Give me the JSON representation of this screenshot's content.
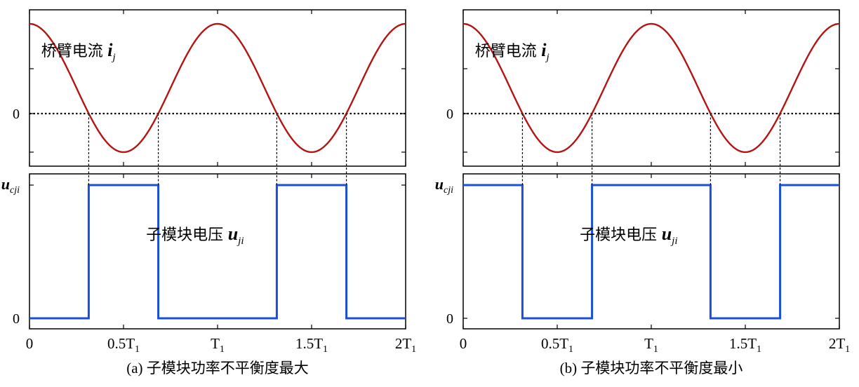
{
  "colors": {
    "current": "#b41414",
    "voltage": "#1a4fd6",
    "axis": "#000000",
    "zero_line": "#000000"
  },
  "chart_data": [
    {
      "type": "line",
      "caption": "(a) 子模块功率不平衡度最大",
      "current_label": "桥臂电流",
      "current_symbol": "i",
      "current_subscript": "j",
      "voltage_label": "子模块电压",
      "voltage_symbol": "u",
      "voltage_subscript": "ji",
      "voltage_high_label": "u",
      "voltage_high_subscript": "cji",
      "y_zero_label_top": "0",
      "y_zero_label_bottom": "0",
      "x_ticks": [
        {
          "value": 0,
          "label": "0",
          "sub": ""
        },
        {
          "value": 0.5,
          "label": "0.5T",
          "sub": "1"
        },
        {
          "value": 1.0,
          "label": "T",
          "sub": "1"
        },
        {
          "value": 1.5,
          "label": "1.5T",
          "sub": "1"
        },
        {
          "value": 2.0,
          "label": "2T",
          "sub": "1"
        }
      ],
      "xlim": [
        0,
        2
      ],
      "current": {
        "waveform": "cos",
        "periods": 2,
        "amplitude": 1,
        "offset": 0.4,
        "ylim": [
          -1,
          1
        ]
      },
      "voltage": {
        "ylim": [
          0,
          1
        ],
        "segments": [
          {
            "x0": 0.0,
            "x1": 0.315,
            "level": 0
          },
          {
            "x0": 0.315,
            "x1": 0.685,
            "level": 1
          },
          {
            "x0": 0.685,
            "x1": 1.315,
            "level": 0
          },
          {
            "x0": 1.315,
            "x1": 1.685,
            "level": 1
          },
          {
            "x0": 1.685,
            "x1": 2.0,
            "level": 0
          }
        ]
      },
      "zero_crossings": [
        0.315,
        0.685,
        1.315,
        1.685
      ]
    },
    {
      "type": "line",
      "caption": "(b) 子模块功率不平衡度最小",
      "current_label": "桥臂电流",
      "current_symbol": "i",
      "current_subscript": "j",
      "voltage_label": "子模块电压",
      "voltage_symbol": "u",
      "voltage_subscript": "ji",
      "voltage_high_label": "u",
      "voltage_high_subscript": "cji",
      "y_zero_label_top": "0",
      "y_zero_label_bottom": "0",
      "x_ticks": [
        {
          "value": 0,
          "label": "0",
          "sub": ""
        },
        {
          "value": 0.5,
          "label": "0.5T",
          "sub": "1"
        },
        {
          "value": 1.0,
          "label": "T",
          "sub": "1"
        },
        {
          "value": 1.5,
          "label": "1.5T",
          "sub": "1"
        },
        {
          "value": 2.0,
          "label": "2T",
          "sub": "1"
        }
      ],
      "xlim": [
        0,
        2
      ],
      "current": {
        "waveform": "cos",
        "periods": 2,
        "amplitude": 1,
        "offset": 0.4,
        "ylim": [
          -1,
          1
        ]
      },
      "voltage": {
        "ylim": [
          0,
          1
        ],
        "segments": [
          {
            "x0": 0.0,
            "x1": 0.315,
            "level": 1
          },
          {
            "x0": 0.315,
            "x1": 0.685,
            "level": 0
          },
          {
            "x0": 0.685,
            "x1": 1.315,
            "level": 1
          },
          {
            "x0": 1.315,
            "x1": 1.685,
            "level": 0
          },
          {
            "x0": 1.685,
            "x1": 2.0,
            "level": 1
          }
        ]
      },
      "zero_crossings": [
        0.315,
        0.685,
        1.315,
        1.685
      ]
    }
  ]
}
